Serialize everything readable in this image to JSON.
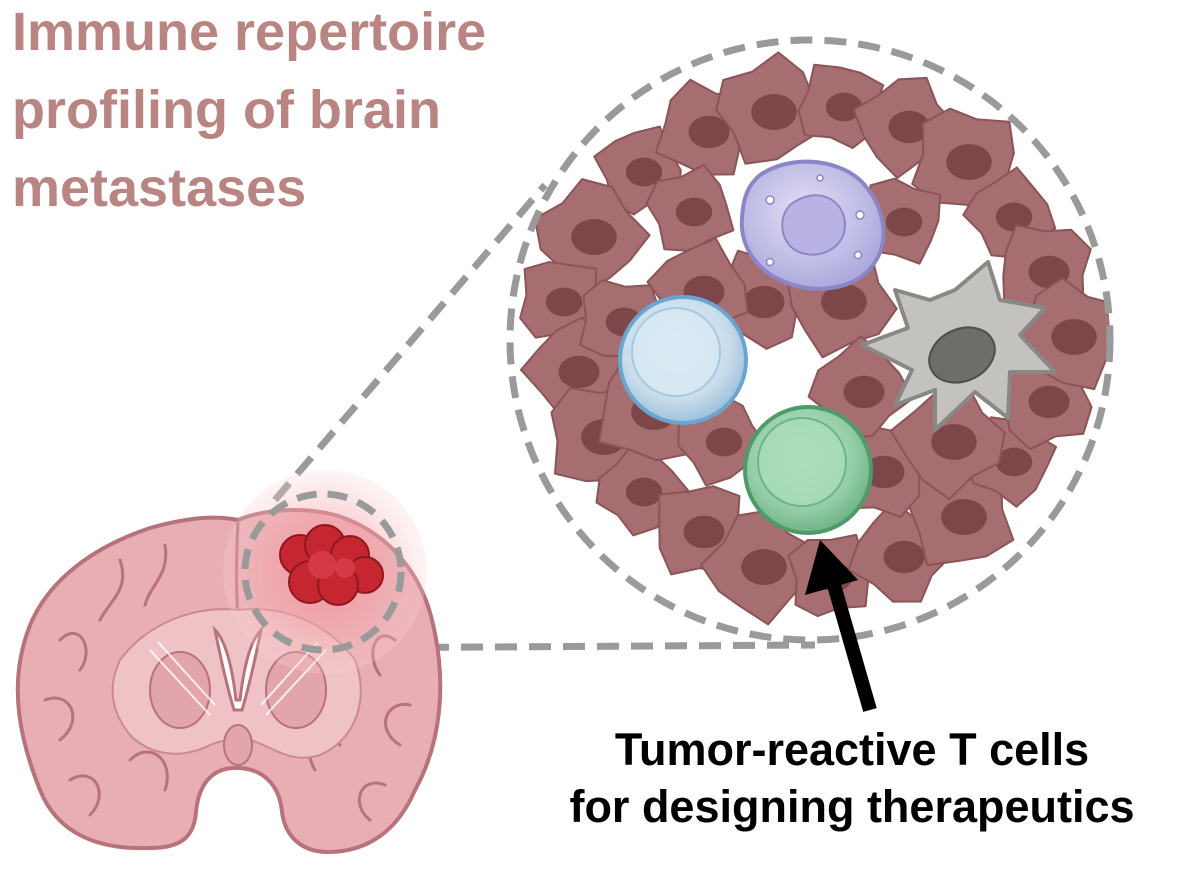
{
  "title": {
    "line1": "Immune repertoire",
    "line2": "profiling of brain",
    "line3": "metastases"
  },
  "caption": {
    "line1": "Tumor-reactive T cells",
    "line2": "for designing therapeutics"
  },
  "colors": {
    "title": "#b98583",
    "tumor_cell": "#a66e70",
    "tumor_nucleus": "#7d474a",
    "brain_tissue": "#e8aeb4",
    "brain_outline": "#b7727b",
    "tumor_mass": "#c62630",
    "dashed_outline": "#9a9a9a",
    "t_cell": "#93cda6",
    "b_cell": "#c8dcea",
    "macrophage": "#c6c3e6",
    "dendritic_cell": "#c4c2be",
    "arrow": "#000000"
  },
  "icons": [
    "brain-section-icon",
    "tumor-mass-icon",
    "tumor-microenvironment-icon",
    "t-cell-icon",
    "b-cell-icon",
    "macrophage-icon",
    "dendritic-cell-icon",
    "arrow-icon"
  ]
}
